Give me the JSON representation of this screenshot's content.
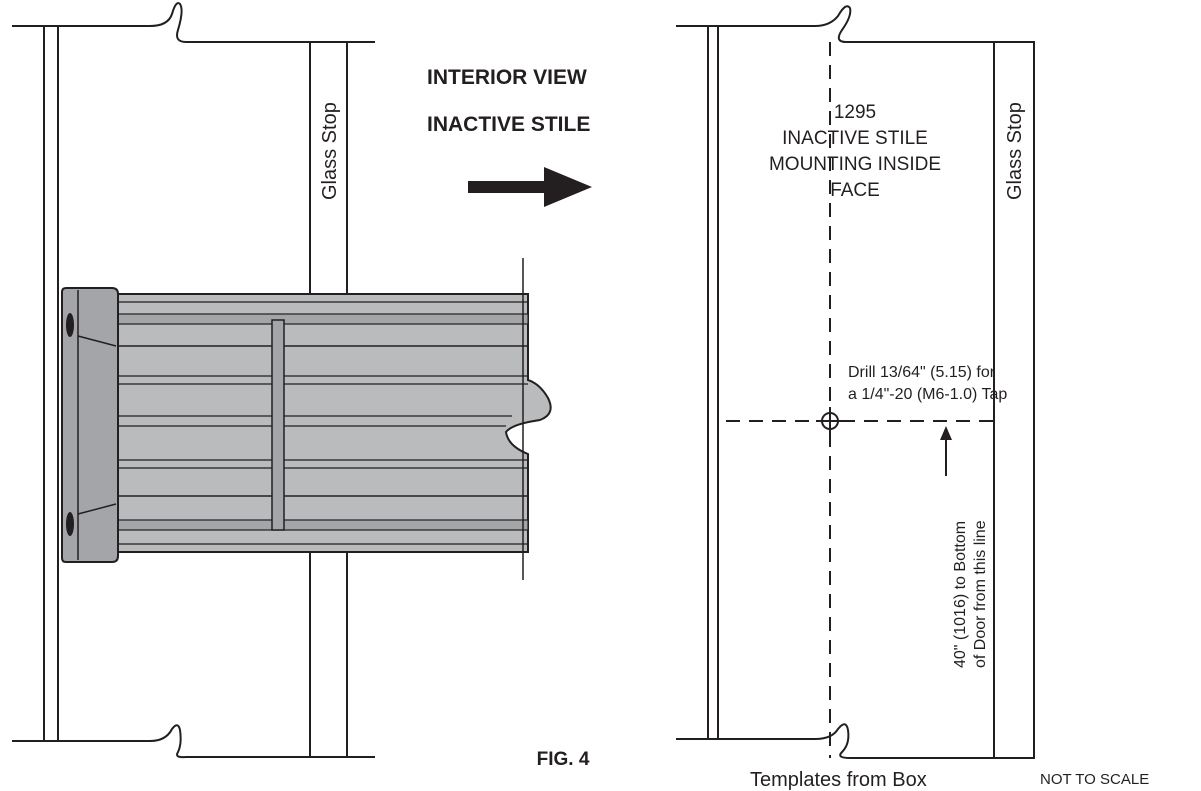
{
  "header": {
    "view_line1": "INTERIOR VIEW",
    "view_line2": "INACTIVE STILE"
  },
  "left_panel": {
    "glass_stop_label": "Glass Stop"
  },
  "right_panel": {
    "glass_stop_label": "Glass Stop",
    "template_number": "1295",
    "template_line1": "INACTIVE STILE",
    "template_line2": "MOUNTING INSIDE",
    "template_line3": "FACE",
    "drill_line1": "Drill 13/64\" (5.15) for",
    "drill_line2": "a 1/4\"-20 (M6-1.0) Tap",
    "dimension_line1": "40\" (1016) to Bottom",
    "dimension_line2": "of Door from this line"
  },
  "footer": {
    "figure_label": "FIG. 4",
    "templates_label": "Templates from Box",
    "scale_note": "NOT TO SCALE"
  },
  "colors": {
    "line": "#231f20",
    "closer_light": "#b9bbbd",
    "closer_mid": "#a3a5a8",
    "closer_dark": "#8e9093"
  }
}
